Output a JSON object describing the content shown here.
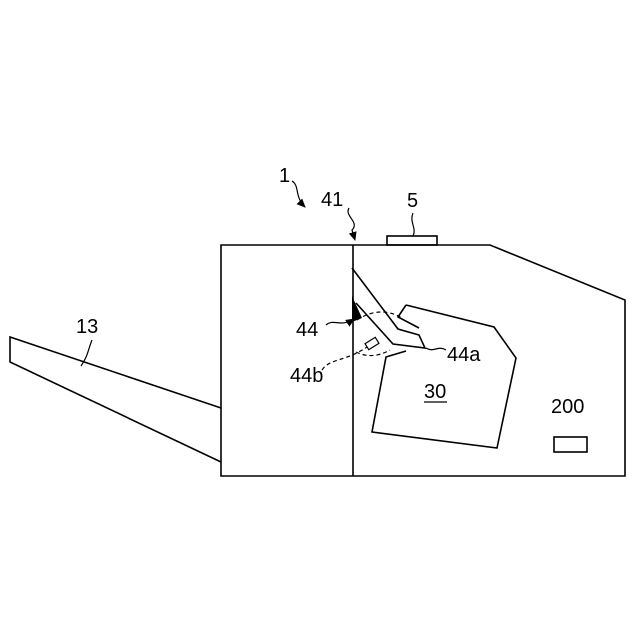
{
  "labels": {
    "l1": "1",
    "l41": "41",
    "l5": "5",
    "l13": "13",
    "l44": "44",
    "l44a": "44a",
    "l44b": "44b",
    "l30": "30",
    "l200": "200"
  },
  "colors": {
    "ink": "#000000",
    "paper": "#ffffff"
  }
}
